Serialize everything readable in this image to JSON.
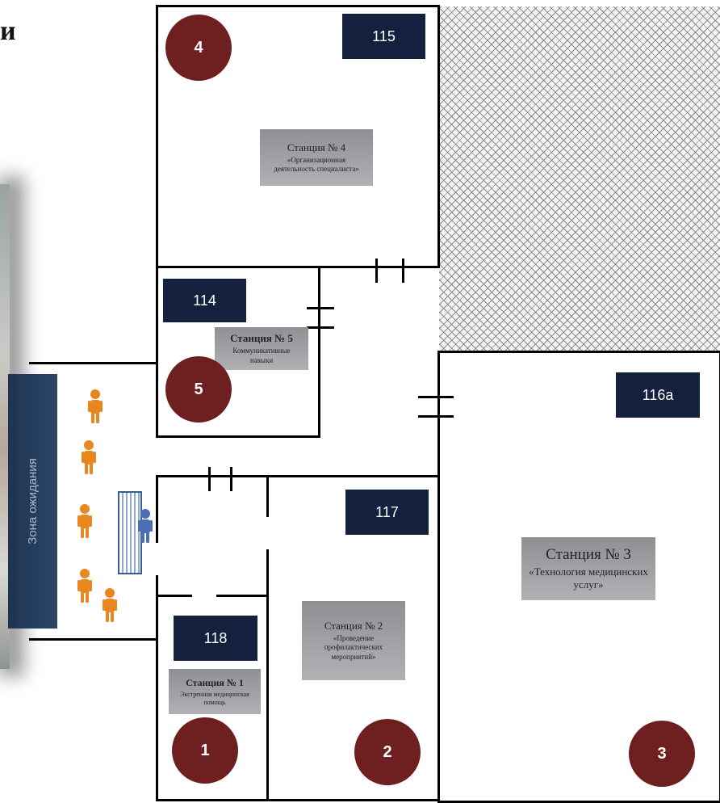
{
  "page": {
    "heading": "и"
  },
  "rooms": {
    "r115": {
      "number": "115"
    },
    "r114": {
      "number": "114"
    },
    "r116a": {
      "number": "116а"
    },
    "r117": {
      "number": "117"
    },
    "r118": {
      "number": "118"
    }
  },
  "stations": [
    {
      "marker": "1",
      "title": "Станция № 1",
      "desc": "Экстренная медицинская помощь"
    },
    {
      "marker": "2",
      "title": "Станция № 2",
      "desc": "«Проведение профилактических мероприятий»"
    },
    {
      "marker": "3",
      "title": "Станция № 3",
      "desc": "«Технология медицинских услуг»"
    },
    {
      "marker": "4",
      "title": "Станция № 4",
      "desc": "«Организационная деятельность специалиста»"
    },
    {
      "marker": "5",
      "title": "Станция № 5",
      "desc": "Коммуникативные навыки"
    }
  ],
  "waiting_zone": {
    "label": "Зона ожидания"
  },
  "colors": {
    "room_badge": "#13213f",
    "station_marker": "#6e1f1f",
    "waiting_zone": "#1f3452",
    "visitor_figure": "#e8871e",
    "staff_figure": "#4a6fb5"
  },
  "icons": {
    "visitor": "person-icon",
    "staff": "staff-person-icon",
    "desk": "reception-desk"
  }
}
